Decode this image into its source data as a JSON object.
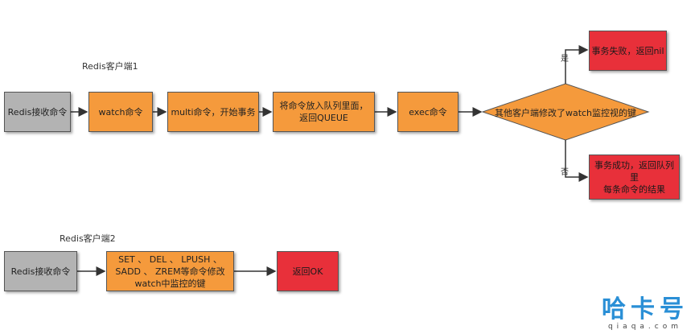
{
  "client1": {
    "title": "Redis客户端1",
    "steps": [
      "Redis接收命令",
      "watch命令",
      "multi命令，开始事务",
      "将命令放入队列里面，\n返回QUEUE",
      "exec命令"
    ],
    "decision": "其他客户端修改了watch监控视的键",
    "yes_label": "是",
    "no_label": "否",
    "yes_result": "事务失败，返回nil",
    "no_result": "事务成功，返回队列里\n每条命令的结果"
  },
  "client2": {
    "title": "Redis客户端2",
    "steps": [
      "Redis接收命令",
      "SET 、 DEL 、 LPUSH 、\nSADD 、 ZREM等命令修改\nwatch中监控的键",
      "返回OK"
    ]
  },
  "colors": {
    "gray": "#b3b3b3",
    "orange": "#f59a3c",
    "red": "#e8303a"
  },
  "watermark": {
    "main": "哈卡号",
    "sub": "qiaqa.com"
  }
}
